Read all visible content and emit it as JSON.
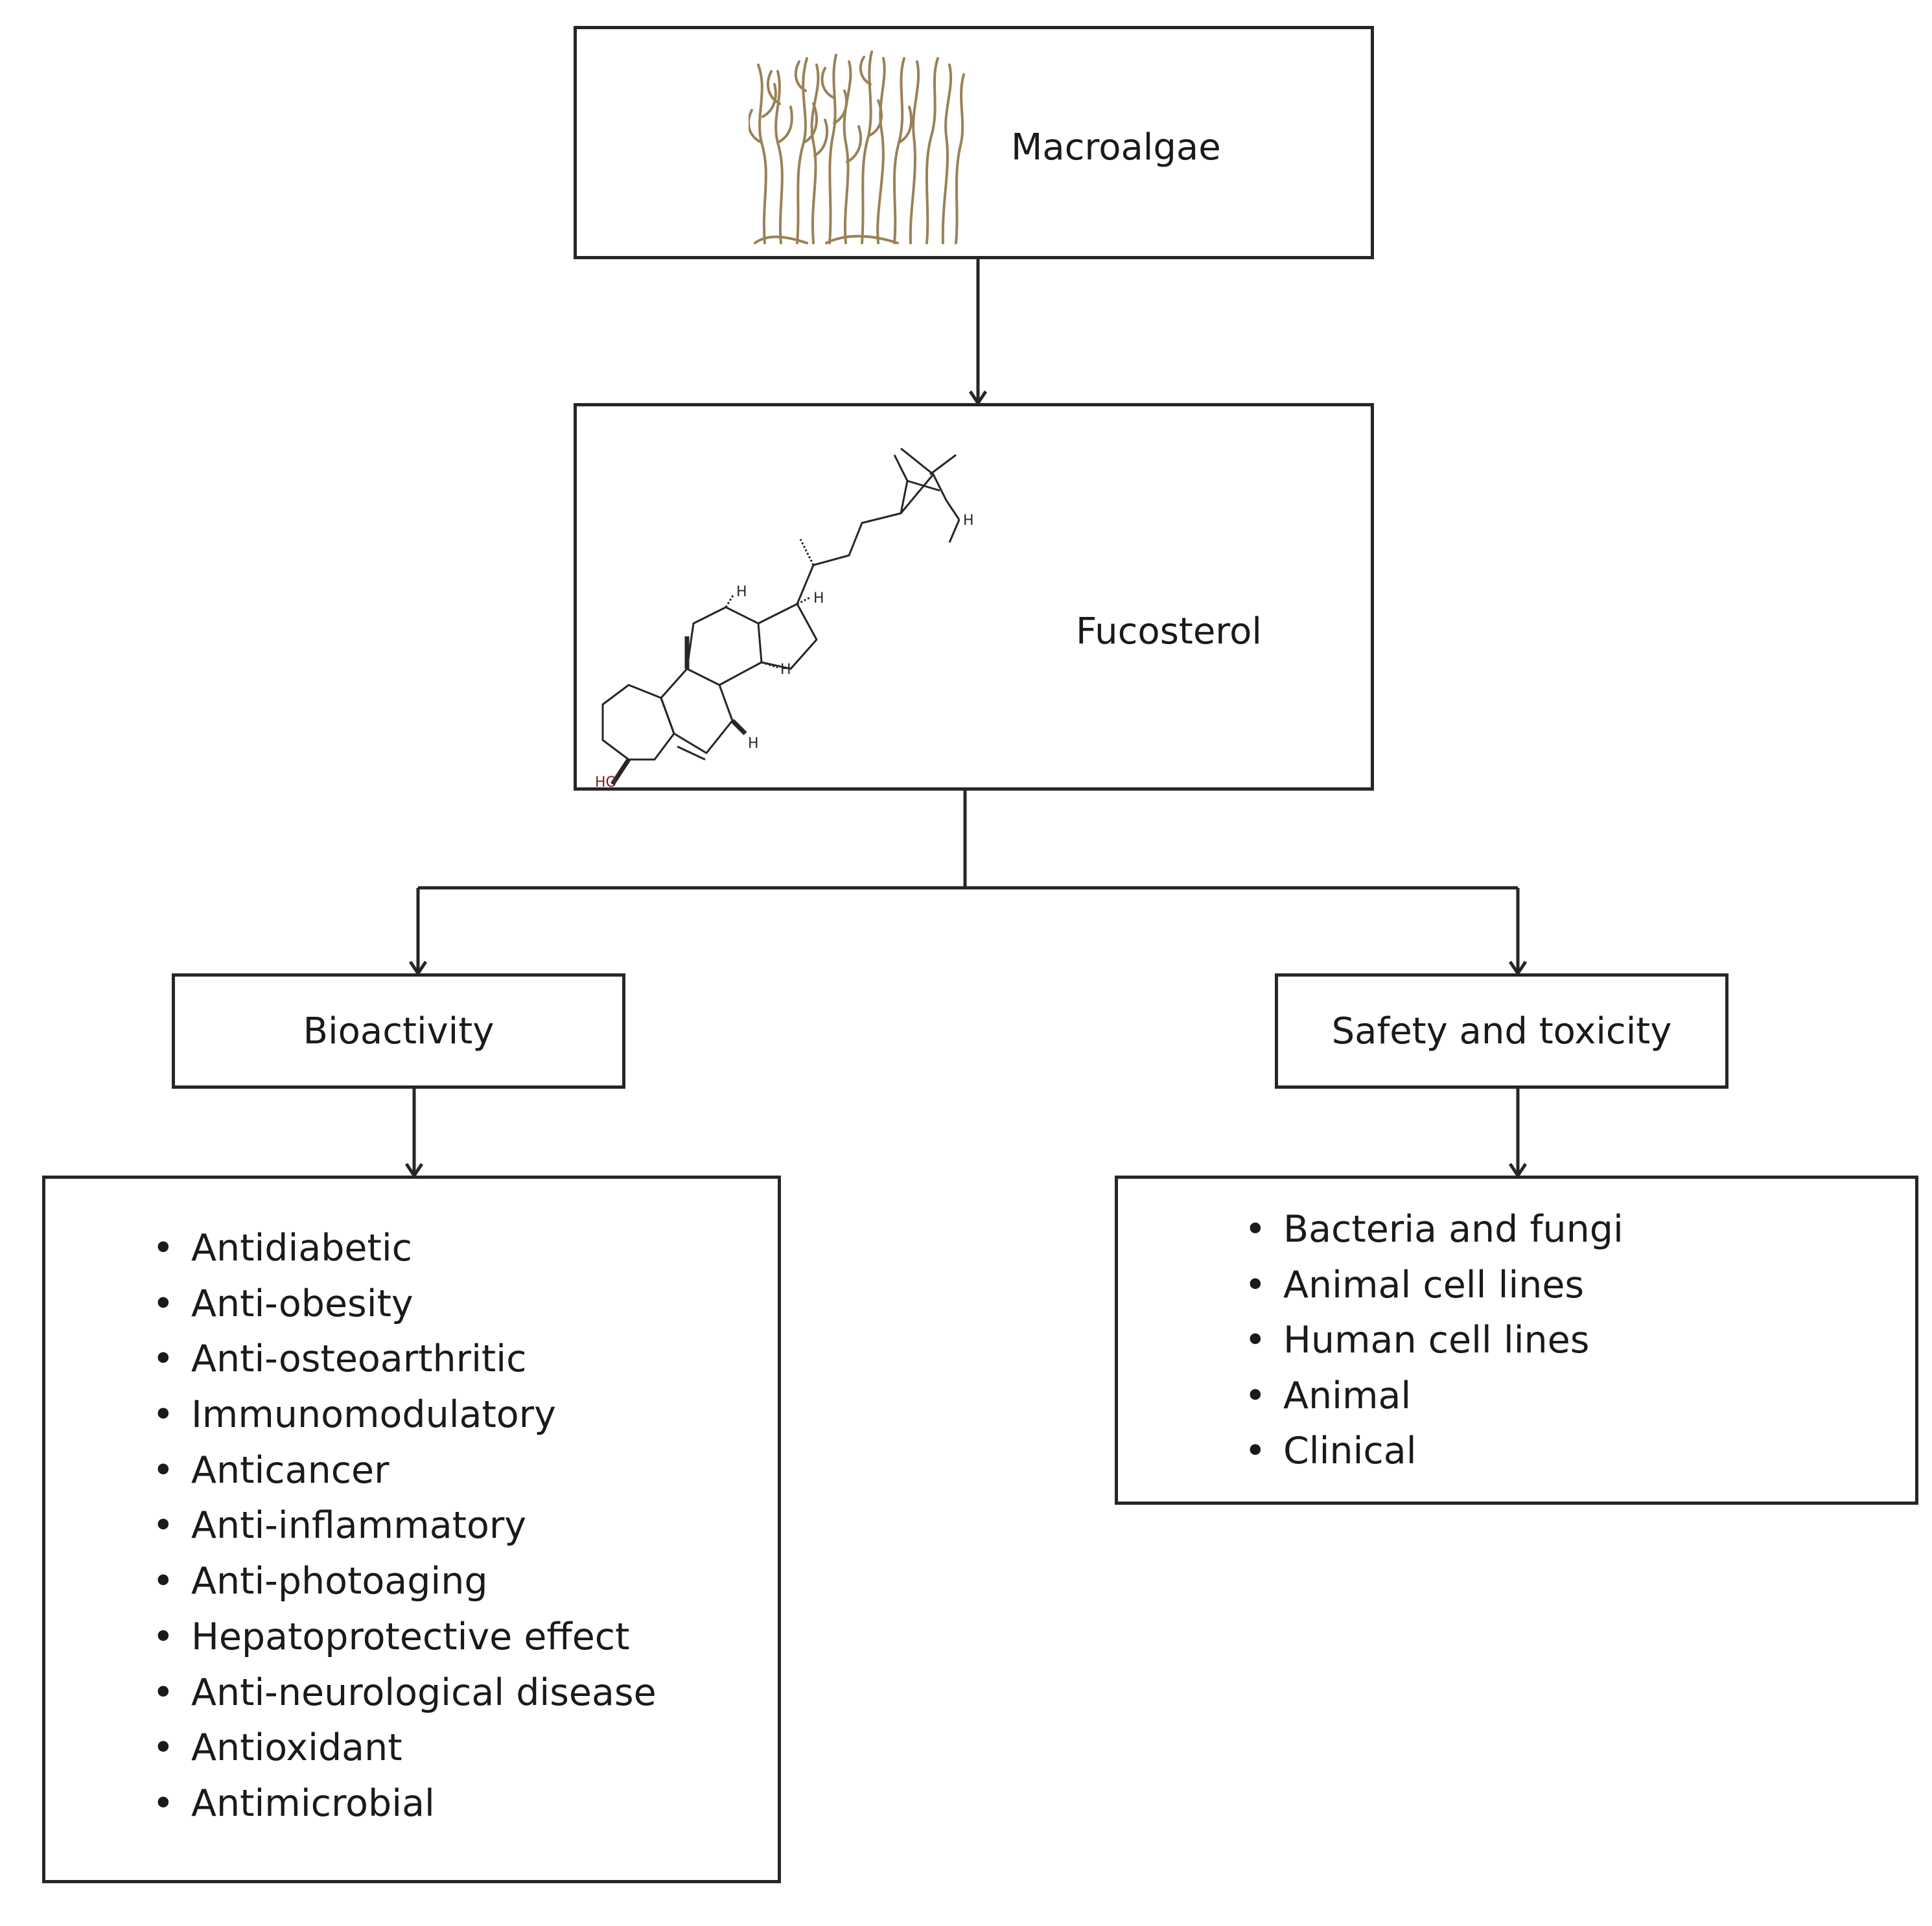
{
  "nodes": {
    "macroalgae": {
      "label": "Macroalgae",
      "icon": "seaweed-illustration"
    },
    "fucosterol": {
      "label": "Fucosterol",
      "icon": "fucosterol-structure",
      "atom_labels": {
        "hydroxyl": "HO",
        "hydrogen": "H"
      }
    },
    "bioactivity": {
      "label": "Bioactivity"
    },
    "safety": {
      "label": "Safety and toxicity"
    }
  },
  "bioactivity_list": [
    "Antidiabetic",
    "Anti-obesity",
    "Anti-osteoarthritic",
    "Immunomodulatory",
    "Anticancer",
    "Anti-inflammatory",
    "Anti-photoaging",
    "Hepatoprotective effect",
    "Anti-neurological disease",
    "Antioxidant",
    "Antimicrobial"
  ],
  "safety_list": [
    "Bacteria and fungi",
    "Animal cell lines",
    "Human cell lines",
    "Animal",
    "Clinical"
  ],
  "colors": {
    "line": "#262626",
    "seaweed": "#9a8157",
    "hydroxyl": "#7a1f1f"
  }
}
